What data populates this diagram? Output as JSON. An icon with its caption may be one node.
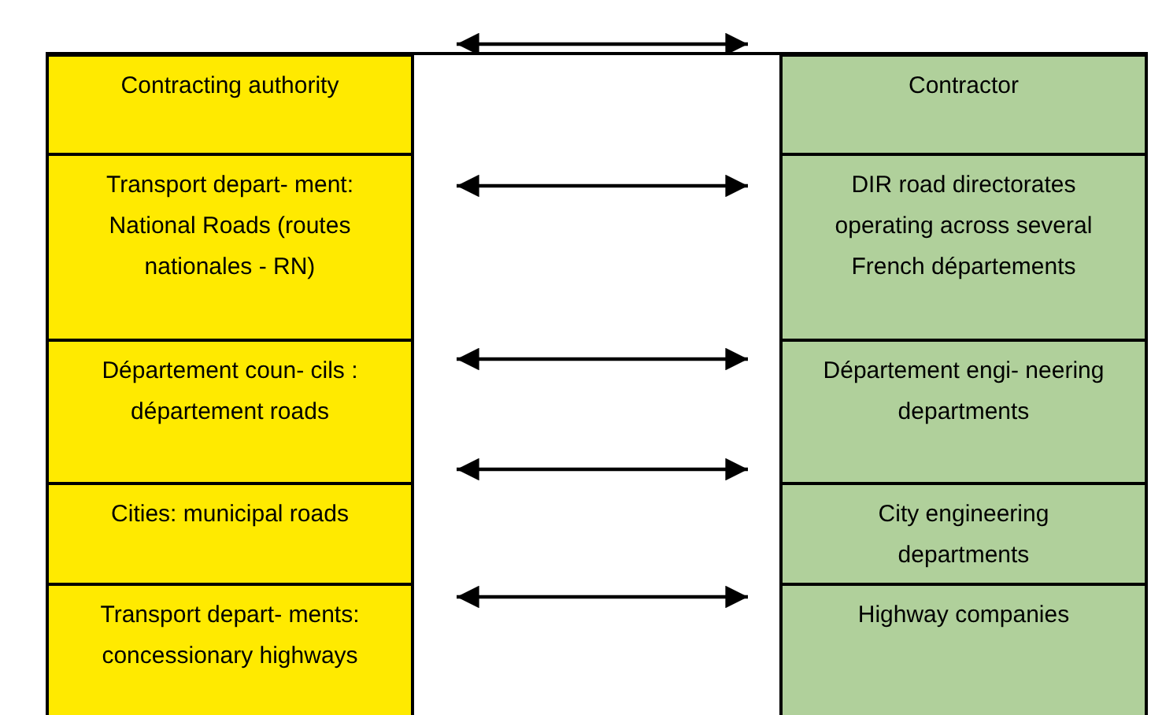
{
  "diagram": {
    "nodes": [
      {
        "text": [
          "Contracting authority"
        ]
      },
      {
        "text": [
          "Contractor"
        ]
      },
      {
        "text": [
          "Transport depart- ment: National Roads (routes nationales - RN)"
        ]
      },
      {
        "text": [
          "DIR road directorates operating across several French départements"
        ]
      },
      {
        "text": [
          "Département coun- cils : département roads"
        ]
      },
      {
        "text": [
          "Département engi- neering departments"
        ]
      },
      {
        "text": [
          "Cities: municipal roads"
        ]
      },
      {
        "text": [
          "City engineering departments"
        ]
      },
      {
        "text": [
          "Transport depart- ments: concessionary highways"
        ]
      },
      {
        "text": [
          "Highway companies"
        ]
      }
    ],
    "edges": [
      {
        "from": 0,
        "to": 1,
        "arrow": "both"
      },
      {
        "from": 2,
        "to": 3,
        "arrow": "both"
      },
      {
        "from": 4,
        "to": 5,
        "arrow": "both"
      },
      {
        "from": 6,
        "to": 7,
        "arrow": "both"
      },
      {
        "from": 8,
        "to": 9,
        "arrow": "both"
      }
    ]
  }
}
